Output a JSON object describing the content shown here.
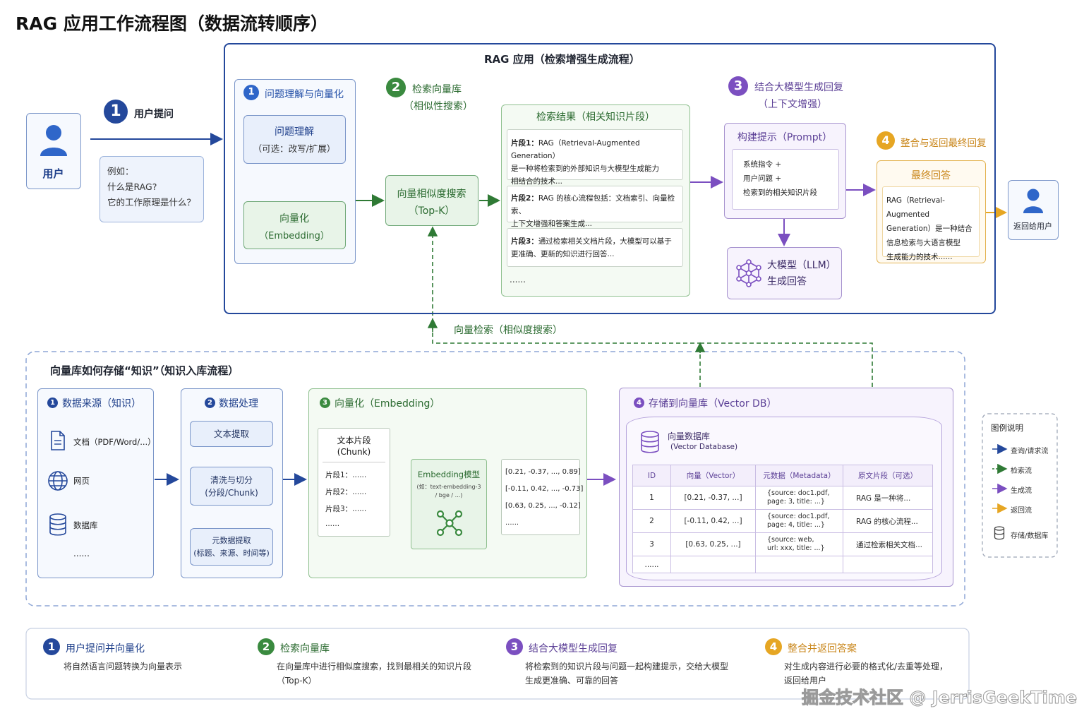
{
  "title": "RAG 应用工作流程图（数据流转顺序）",
  "watermark": "掘金技术社区 @ JerrisGeekTime",
  "colors": {
    "blue": "#24489b",
    "green": "#3a8a3f",
    "purple": "#7b4fc0",
    "orange": "#e6a623"
  },
  "user": {
    "label": "用户"
  },
  "step1": {
    "num": "1",
    "label": "用户提问",
    "example": "例如：\n什么是RAG?\n它的工作原理是什么？"
  },
  "app": {
    "title": "RAG 应用（检索增强生成流程）",
    "understand": {
      "num": "1",
      "title": "问题理解与向量化",
      "q_title": "问题理解",
      "q_sub": "（可选：改写/扩展）",
      "v_title": "向量化",
      "v_sub": "（Embedding）"
    },
    "search": {
      "num": "2",
      "title": "检索向量库",
      "sub": "（相似性搜索）",
      "box_title": "向量相似度搜索",
      "box_sub": "（Top-K）"
    },
    "results": {
      "title": "检索结果（相关知识片段）",
      "items": [
        {
          "label": "片段1：",
          "text": "RAG（Retrieval-Augmented Generation）\n是一种将检索到的外部知识与大模型生成能力\n相结合的技术..."
        },
        {
          "label": "片段2：",
          "text": "RAG 的核心流程包括：文档索引、向量检索、\n上下文增强和答案生成..."
        },
        {
          "label": "片段3：",
          "text": "通过检索相关文档片段，大模型可以基于\n更准确、更新的知识进行回答..."
        }
      ],
      "more": "......"
    },
    "generate": {
      "num": "3",
      "title": "结合大模型生成回复",
      "sub": "（上下文增强）",
      "prompt_title": "构建提示（Prompt）",
      "prompt_text": "系统指令 +\n用户问题 +\n检索到的相关知识片段",
      "llm": "大模型（LLM）\n生成回答"
    },
    "final": {
      "num": "4",
      "title": "整合与返回最终回复",
      "box_title": "最终回答",
      "text": "RAG（Retrieval-Augmented\nGeneration）是一种结合\n信息检索与大语言模型\n生成能力的技术......"
    },
    "return_user": "返回给用户"
  },
  "vector_search_label": "向量检索（相似度搜索）",
  "store": {
    "title": "向量库如何存储“知识”（知识入库流程）",
    "sources": {
      "num": "1",
      "title": "数据来源（知识）",
      "items": [
        "文档（PDF/Word/...）",
        "网页",
        "数据库"
      ],
      "more": "......",
      "icons": [
        "document-icon",
        "globe-icon",
        "database-icon"
      ]
    },
    "processing": {
      "num": "2",
      "title": "数据处理",
      "steps": [
        "文本提取",
        "清洗与切分\n(分段/Chunk)",
        "元数据提取\n(标题、来源、时间等)"
      ]
    },
    "embedding": {
      "num": "3",
      "title": "向量化（Embedding）",
      "chunk_title": "文本片段\n(Chunk)",
      "chunks": [
        "片段1：......",
        "片段2：......",
        "片段3：......"
      ],
      "chunk_more": "......",
      "model_title": "Embedding模型",
      "model_sub": "(如：text-embedding-3\n/ bge / ...)",
      "vectors": [
        "[0.21, -0.37, ..., 0.89]",
        "[-0.11, 0.42, ..., -0.73]",
        "[0.63, 0.25, ..., -0.12]"
      ],
      "vector_more": "......"
    },
    "vectordb": {
      "num": "4",
      "title": "存储到向量库（Vector DB）",
      "db_title": "向量数据库",
      "db_sub": "(Vector Database)",
      "headers": [
        "ID",
        "向量（Vector）",
        "元数据（Metadata）",
        "原文片段（可选）"
      ],
      "rows": [
        [
          "1",
          "[0.21, -0.37, ...]",
          "{source: doc1.pdf,\npage: 3, title: ...}",
          "RAG 是一种将..."
        ],
        [
          "2",
          "[-0.11, 0.42, ...]",
          "{source: doc1.pdf,\npage: 4, title: ...}",
          "RAG 的核心流程..."
        ],
        [
          "3",
          "[0.63, 0.25, ...]",
          "{source: web,\nurl: xxx, title: ...}",
          "通过检索相关文档..."
        ]
      ],
      "more": "......"
    }
  },
  "legend": {
    "title": "图例说明",
    "items": [
      "查询/请求流",
      "检索流",
      "生成流",
      "返回流",
      "存储/数据库"
    ]
  },
  "summary": [
    {
      "num": "1",
      "title": "用户提问并向量化",
      "text": "将自然语言问题转换为向量表示"
    },
    {
      "num": "2",
      "title": "检索向量库",
      "text": "在向量库中进行相似度搜索，找到最相关的知识片段\n（Top-K）"
    },
    {
      "num": "3",
      "title": "结合大模型生成回复",
      "text": "将检索到的知识片段与问题一起构建提示，交给大模型\n生成更准确、可靠的回答"
    },
    {
      "num": "4",
      "title": "整合并返回答案",
      "text": "对生成内容进行必要的格式化/去重等处理，\n返回给用户"
    }
  ]
}
